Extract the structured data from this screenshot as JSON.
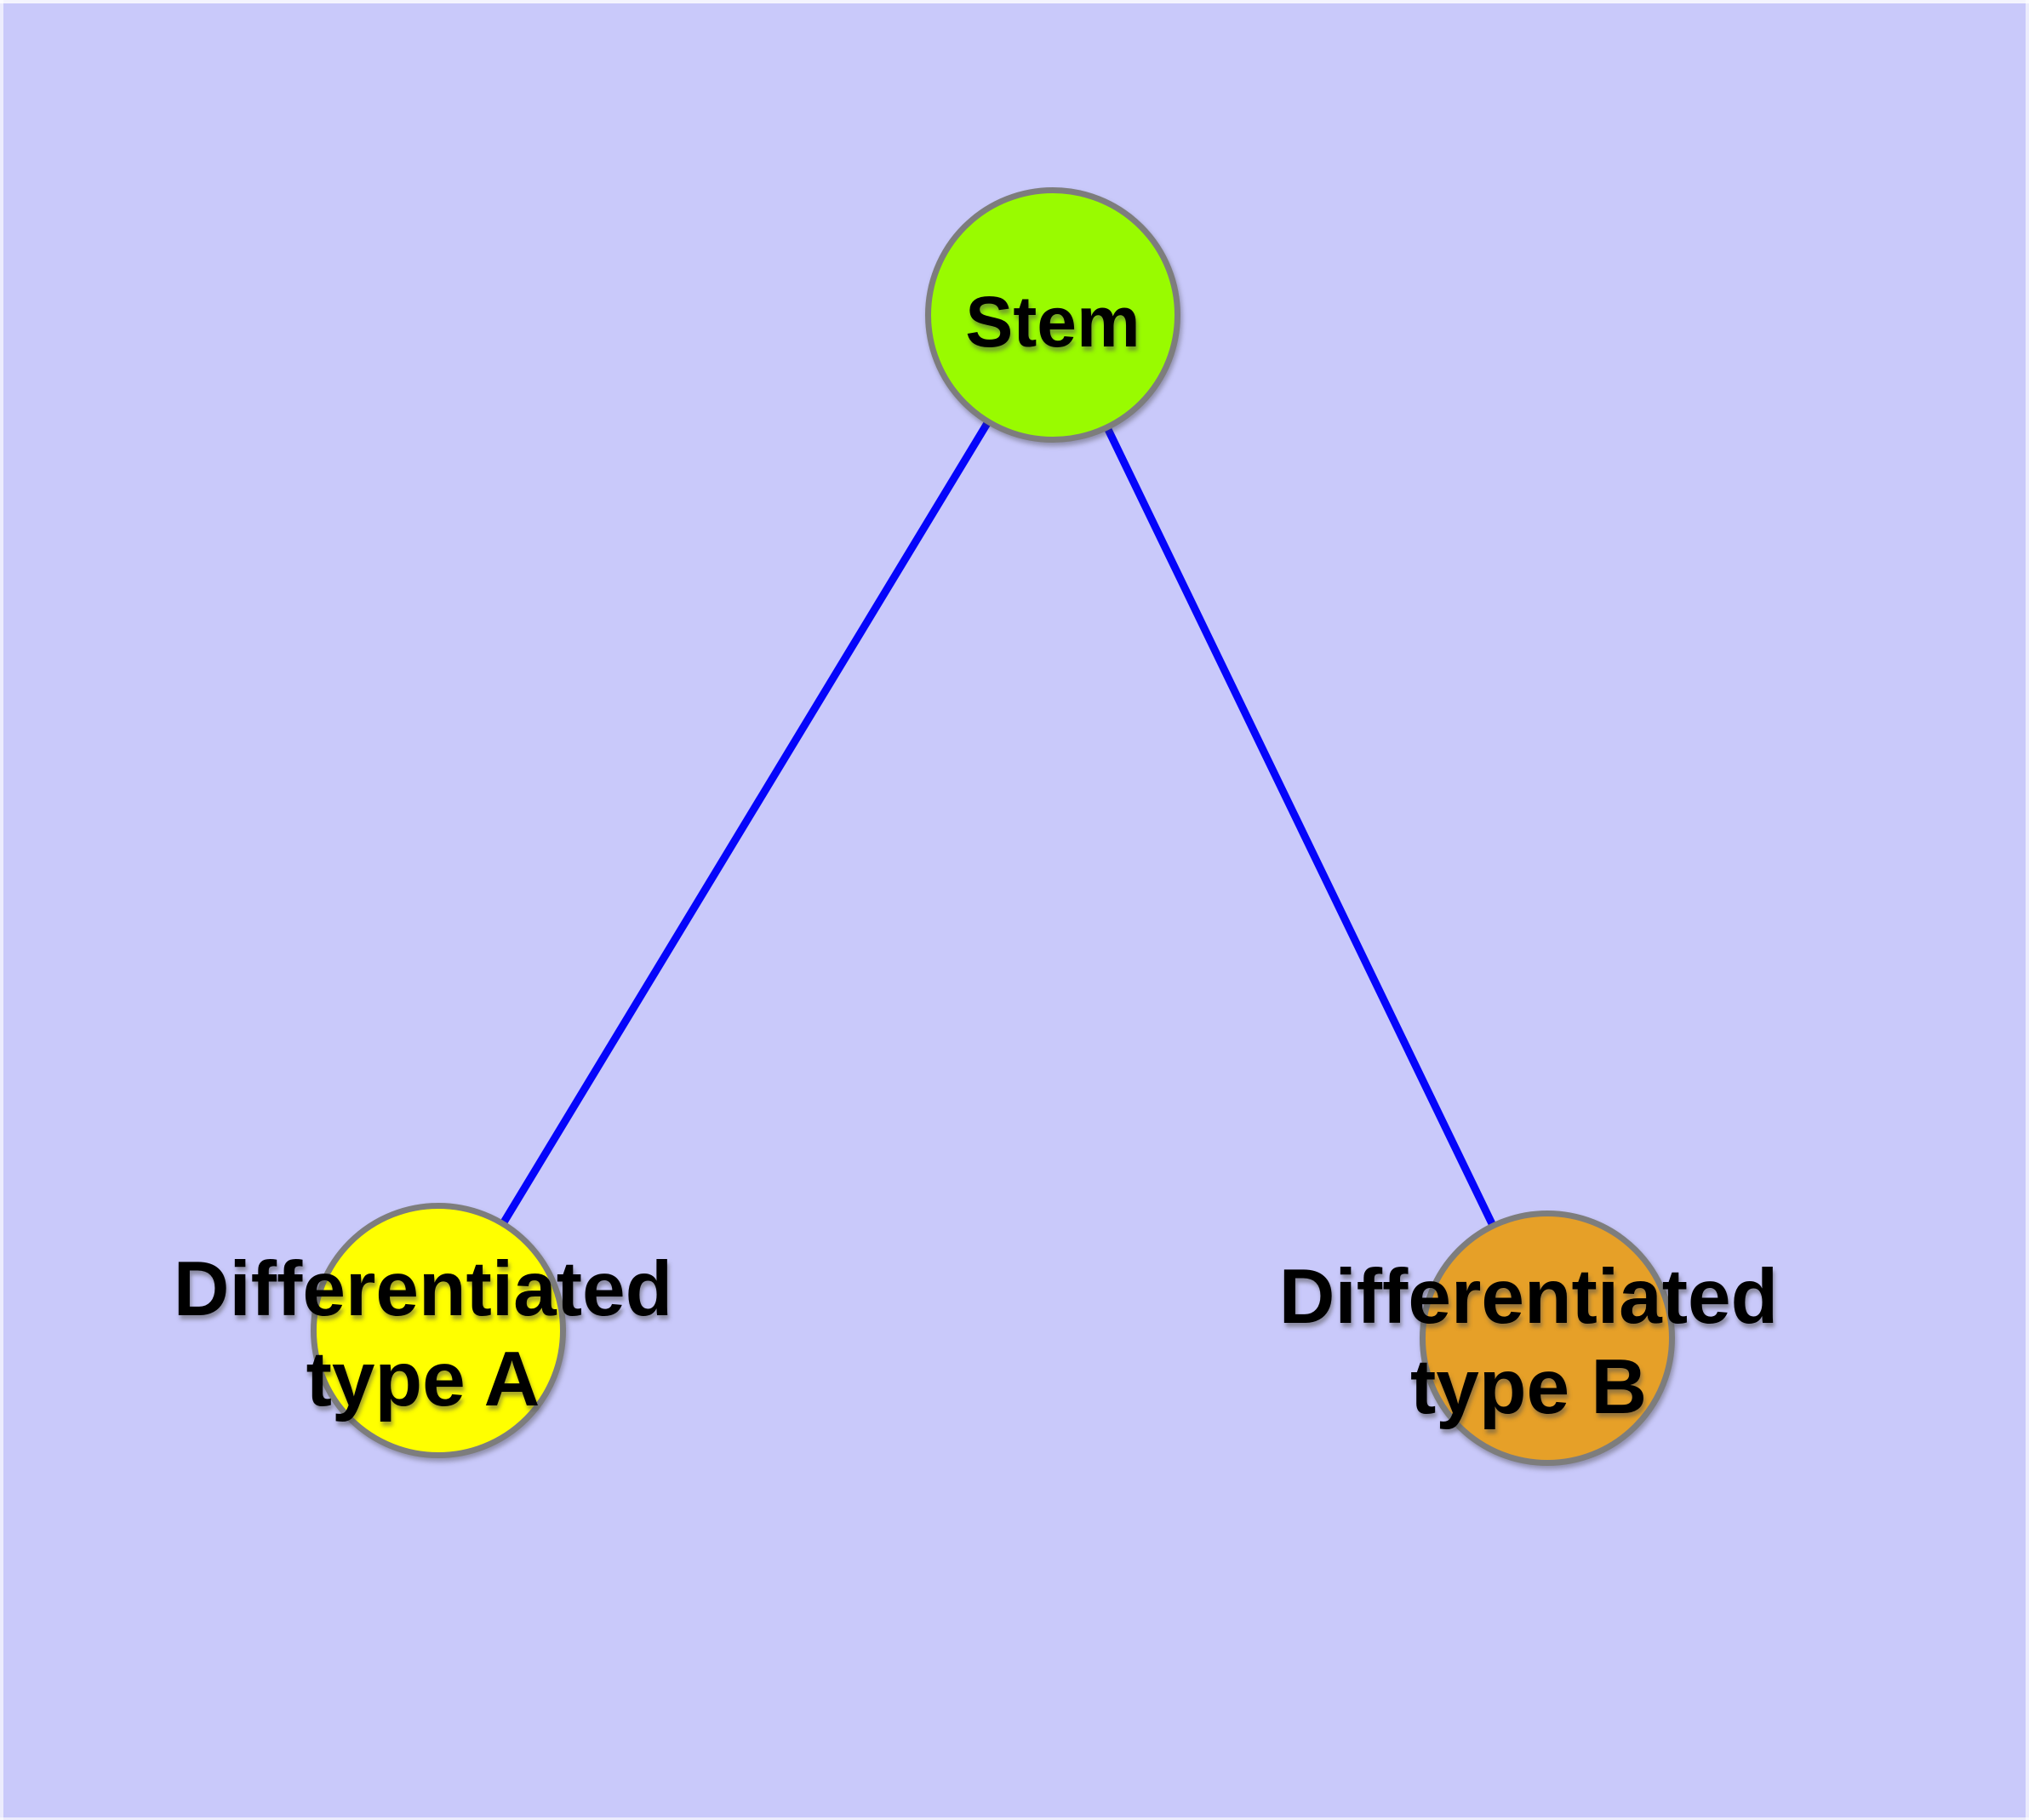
{
  "canvas": {
    "background_color": "#C9C9FA"
  },
  "graph": {
    "label_text_color": "#000000",
    "nodes": [
      {
        "id": "stem",
        "label": "Stem",
        "fill_color": "#99FB00",
        "border_color": "#7D7D7D"
      },
      {
        "id": "differentiated-type-a",
        "label": "Differentiated\ntype A",
        "fill_color": "#FFFF00",
        "border_color": "#7D7D7D"
      },
      {
        "id": "differentiated-type-b",
        "label": "Differentiated\ntype B",
        "fill_color": "#E6A028",
        "border_color": "#7D7D7D"
      }
    ],
    "edges": [
      {
        "from": "stem",
        "to": "differentiated-type-a",
        "color": "#0505FA"
      },
      {
        "from": "stem",
        "to": "differentiated-type-b",
        "color": "#0505FA"
      }
    ]
  }
}
